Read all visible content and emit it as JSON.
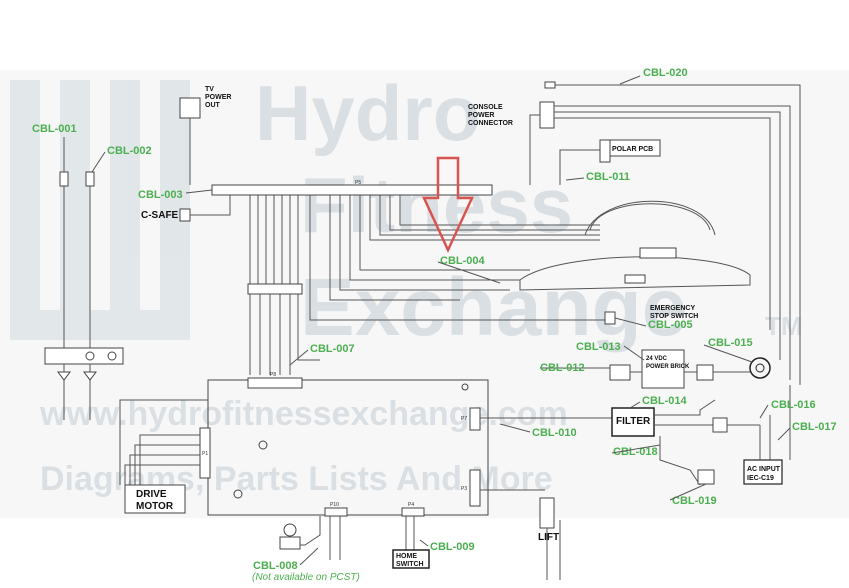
{
  "watermark": {
    "line1": "Hydro",
    "line2": "Fitness",
    "line3": "Exchange",
    "tm": "TM",
    "url": "www.hydrofitnessexchange.com",
    "tagline": "Diagrams, Parts Lists And More"
  },
  "cables": [
    "CBL-001",
    "CBL-002",
    "CBL-003",
    "CBL-004",
    "CBL-005",
    "CBL-007",
    "CBL-008",
    "CBL-009",
    "CBL-010",
    "CBL-011",
    "CBL-012",
    "CBL-013",
    "CBL-014",
    "CBL-015",
    "CBL-016",
    "CBL-017",
    "CBL-018",
    "CBL-019",
    "CBL-020"
  ],
  "components": {
    "tv_power_out": [
      "TV",
      "POWER",
      "OUT"
    ],
    "console_power_connector": [
      "CONSOLE",
      "POWER",
      "CONNECTOR"
    ],
    "polar_pcb": "POLAR PCB",
    "c_safe": "C-SAFE",
    "emergency_stop_switch": [
      "EMERGENCY",
      "STOP SWITCH"
    ],
    "power_brick": [
      "24 VDC",
      "POWER BRICK"
    ],
    "filter": "FILTER",
    "ac_input": [
      "AC INPUT",
      "IEC-C19"
    ],
    "drive_motor": [
      "DRIVE",
      "MOTOR"
    ],
    "home_switch": [
      "HOME",
      "SWITCH"
    ],
    "lift": "LIFT",
    "p5": "P5",
    "p8": "P8",
    "p10": "P10",
    "p4": "P4",
    "p7": "P7",
    "p1": "P1",
    "p3": "P3",
    "cbl008_note": "(Not available on PCST)"
  }
}
